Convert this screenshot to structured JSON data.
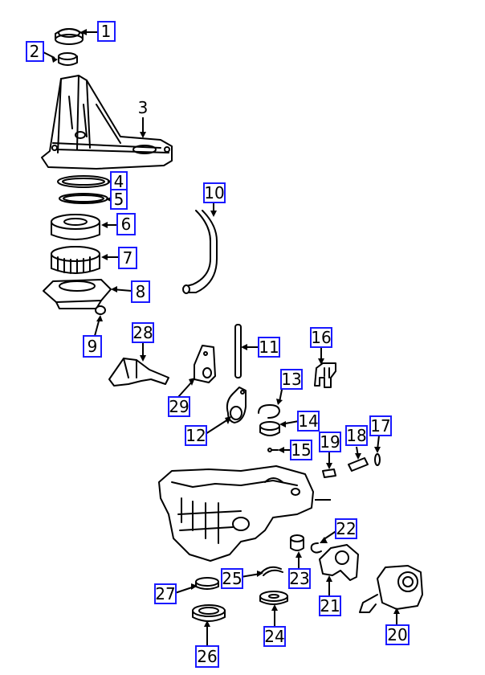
{
  "callouts": [
    {
      "id": "c1",
      "label": "1"
    },
    {
      "id": "c2",
      "label": "2"
    },
    {
      "id": "c3",
      "label": "3"
    },
    {
      "id": "c4",
      "label": "4"
    },
    {
      "id": "c5",
      "label": "5"
    },
    {
      "id": "c6",
      "label": "6"
    },
    {
      "id": "c7",
      "label": "7"
    },
    {
      "id": "c8",
      "label": "8"
    },
    {
      "id": "c9",
      "label": "9"
    },
    {
      "id": "c10",
      "label": "10"
    },
    {
      "id": "c11",
      "label": "11"
    },
    {
      "id": "c12",
      "label": "12"
    },
    {
      "id": "c13",
      "label": "13"
    },
    {
      "id": "c14",
      "label": "14"
    },
    {
      "id": "c15",
      "label": "15"
    },
    {
      "id": "c16",
      "label": "16"
    },
    {
      "id": "c17",
      "label": "17"
    },
    {
      "id": "c18",
      "label": "18"
    },
    {
      "id": "c19",
      "label": "19"
    },
    {
      "id": "c20",
      "label": "20"
    },
    {
      "id": "c21",
      "label": "21"
    },
    {
      "id": "c22",
      "label": "22"
    },
    {
      "id": "c23",
      "label": "23"
    },
    {
      "id": "c24",
      "label": "24"
    },
    {
      "id": "c25",
      "label": "25"
    },
    {
      "id": "c26",
      "label": "26"
    },
    {
      "id": "c27",
      "label": "27"
    },
    {
      "id": "c28",
      "label": "28"
    },
    {
      "id": "c29",
      "label": "29"
    }
  ],
  "colors": {
    "callout_border": "#1a1aff",
    "line": "#000000"
  }
}
